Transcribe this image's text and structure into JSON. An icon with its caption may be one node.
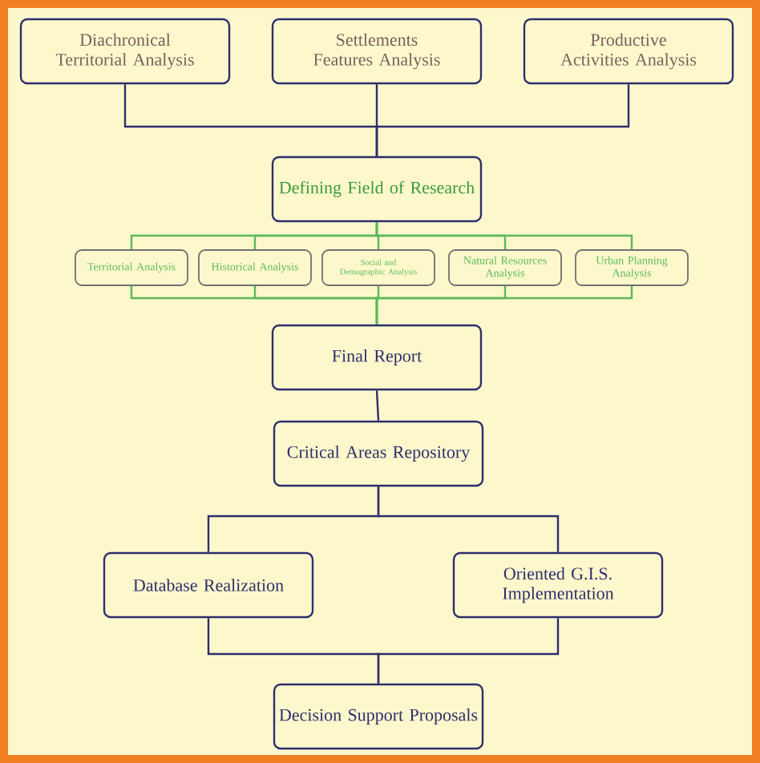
{
  "diagram": {
    "nodes": [
      {
        "text": [
          "Diachronical Territorial Analysis"
        ]
      },
      {
        "text": [
          "Settlements Features Analysis"
        ]
      },
      {
        "text": [
          "Productive Activities Analysis"
        ]
      },
      {
        "text": [
          "Defining Field of Research"
        ]
      },
      {
        "text": [
          "Territorial Analysis"
        ]
      },
      {
        "text": [
          "Historical Analysis"
        ]
      },
      {
        "text": [
          "Social and Demographic Analysis"
        ]
      },
      {
        "text": [
          "Natural Resources Analysis"
        ]
      },
      {
        "text": [
          "Urban Planning Analysis"
        ]
      },
      {
        "text": [
          "Final Report"
        ]
      },
      {
        "text": [
          "Critical Areas Repository"
        ]
      },
      {
        "text": [
          "Database Realization"
        ]
      },
      {
        "text": [
          "Oriented G.I.S. Implementation"
        ]
      },
      {
        "text": [
          "Decision Support Proposals"
        ]
      }
    ],
    "edges": [
      {
        "from": 0,
        "to": 3,
        "arrow": "none",
        "color": "#2e2e6e"
      },
      {
        "from": 1,
        "to": 3,
        "arrow": "none",
        "color": "#2e2e6e"
      },
      {
        "from": 2,
        "to": 3,
        "arrow": "none",
        "color": "#2e2e6e"
      },
      {
        "from": 3,
        "to": 4,
        "arrow": "none",
        "color": "#5cb85c"
      },
      {
        "from": 3,
        "to": 5,
        "arrow": "none",
        "color": "#5cb85c"
      },
      {
        "from": 3,
        "to": 6,
        "arrow": "none",
        "color": "#5cb85c"
      },
      {
        "from": 3,
        "to": 7,
        "arrow": "none",
        "color": "#5cb85c"
      },
      {
        "from": 3,
        "to": 8,
        "arrow": "none",
        "color": "#5cb85c"
      },
      {
        "from": 4,
        "to": 9,
        "arrow": "none",
        "color": "#5cb85c"
      },
      {
        "from": 5,
        "to": 9,
        "arrow": "none",
        "color": "#5cb85c"
      },
      {
        "from": 6,
        "to": 9,
        "arrow": "none",
        "color": "#5cb85c"
      },
      {
        "from": 7,
        "to": 9,
        "arrow": "none",
        "color": "#5cb85c"
      },
      {
        "from": 8,
        "to": 9,
        "arrow": "none",
        "color": "#5cb85c"
      },
      {
        "from": 9,
        "to": 10,
        "arrow": "none",
        "color": "#2e2e6e"
      },
      {
        "from": 10,
        "to": 11,
        "arrow": "none",
        "color": "#2e2e6e"
      },
      {
        "from": 10,
        "to": 12,
        "arrow": "none",
        "color": "#2e2e6e"
      },
      {
        "from": 11,
        "to": 13,
        "arrow": "none",
        "color": "#2e2e6e"
      },
      {
        "from": 12,
        "to": 13,
        "arrow": "none",
        "color": "#2e2e6e"
      }
    ]
  }
}
